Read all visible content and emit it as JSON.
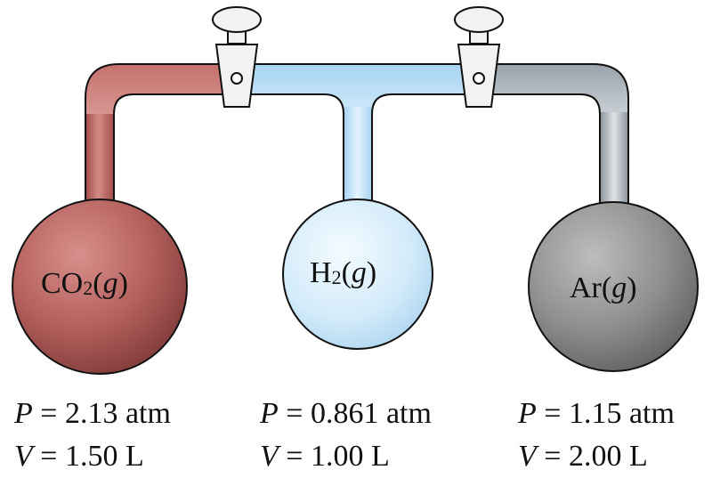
{
  "flasks": [
    {
      "name": "co2",
      "formula_main": "CO",
      "formula_sub": "2",
      "state_open": "(",
      "state": "g",
      "state_close": ")",
      "pressure_symbol": "P",
      "pressure_text": " = 2.13 atm",
      "volume_symbol": "V",
      "volume_text": " = 1.50 L",
      "pressure_atm": 2.13,
      "volume_L": 1.5,
      "color": "#b5605d"
    },
    {
      "name": "h2",
      "formula_main": "H",
      "formula_sub": "2",
      "state_open": "(",
      "state": "g",
      "state_close": ")",
      "pressure_symbol": "P",
      "pressure_text": " = 0.861 atm",
      "volume_symbol": "V",
      "volume_text": " = 1.00 L",
      "pressure_atm": 0.861,
      "volume_L": 1.0,
      "color": "#cde8f8"
    },
    {
      "name": "ar",
      "formula_main": "Ar",
      "formula_sub": "",
      "state_open": "(",
      "state": "g",
      "state_close": ")",
      "pressure_symbol": "P",
      "pressure_text": " = 1.15 atm",
      "volume_symbol": "V",
      "volume_text": " = 2.00 L",
      "pressure_atm": 1.15,
      "volume_L": 2.0,
      "color": "#8c8c8c"
    }
  ],
  "stopcocks": [
    "left",
    "right"
  ]
}
